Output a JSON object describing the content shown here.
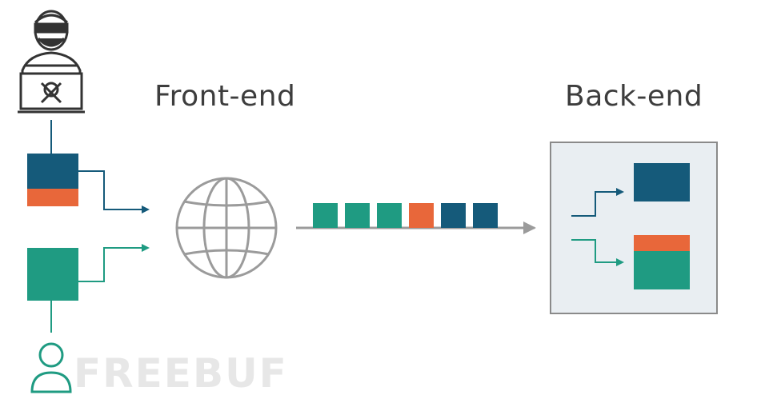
{
  "labels": {
    "frontend": "Front-end",
    "backend": "Back-end",
    "watermark": "FREEBUF"
  },
  "colors": {
    "dark_blue": "#155a7a",
    "orange": "#e8673a",
    "teal": "#1f9b82",
    "gray": "#9b9b9b",
    "panel_bg": "#e9eef2",
    "panel_border": "#8a8a8a"
  },
  "icons": {
    "attacker": "hacker-icon",
    "user": "user-icon",
    "network": "globe-icon"
  },
  "request_queue": [
    "teal",
    "teal",
    "teal",
    "orange",
    "dark_blue",
    "dark_blue"
  ]
}
